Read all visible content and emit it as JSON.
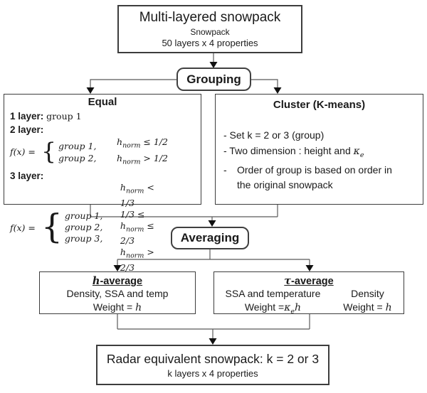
{
  "top_box": {
    "title": "Multi-layered snowpack",
    "line1": "Snowpack",
    "line2": "50 layers x 4 properties"
  },
  "grouping": {
    "label": "Grouping"
  },
  "averaging": {
    "label": "Averaging"
  },
  "equal": {
    "title": "Equal",
    "layer1_label": "1 layer:",
    "layer1_value": "group 1",
    "layer2_label": "2 layer:",
    "layer3_label": "3 layer:",
    "fx": "f(x) =",
    "eq2": {
      "rows": [
        {
          "group": "group 1,",
          "pre": "",
          "var": "h",
          "sub": "norm",
          "rel": " ≤ 1/2"
        },
        {
          "group": "group 2,",
          "pre": "",
          "var": "h",
          "sub": "norm",
          "rel": " > 1/2"
        }
      ]
    },
    "eq3": {
      "rows": [
        {
          "group": "group 1,",
          "pre": "",
          "var": "h",
          "sub": "norm",
          "rel": " < 1/3"
        },
        {
          "group": "group 2,",
          "pre": "1/3 ≤ ",
          "var": "h",
          "sub": "norm",
          "rel": " ≤ 2/3"
        },
        {
          "group": "group 3,",
          "pre": "",
          "var": "h",
          "sub": "norm",
          "rel": " > 2/3"
        }
      ]
    }
  },
  "cluster": {
    "title": "Cluster (K-means)",
    "bullet1": "- Set k = 2 or 3 (group)",
    "bullet2_text": "- Two dimension : height and ",
    "bullet2_var": "κ",
    "bullet2_sub": "e",
    "bullet3_dash": "-",
    "bullet3_line1": "Order of group is based on order in",
    "bullet3_line2": "the original snowpack"
  },
  "h_average": {
    "title_var": "h",
    "title_rest": "-average",
    "line1": "Density, SSA and temp",
    "weight_label": "Weight = ",
    "weight_var": "h"
  },
  "tau_average": {
    "title_var": "τ",
    "title_rest": "-average",
    "left": {
      "line1": "SSA and temperature",
      "weight_label": "Weight =",
      "kappa": "κ",
      "kappa_sub": "e",
      "h": "h"
    },
    "right": {
      "line1": "Density",
      "weight_label": "Weight = ",
      "h": "h"
    }
  },
  "radar": {
    "title": "Radar equivalent snowpack: k = 2 or 3",
    "subtitle": "k layers x 4 properties"
  },
  "colors": {
    "box_border": "#3d3d3d",
    "connector_line": "#595959",
    "arrowhead": "#111111",
    "text": "#1a1a1a",
    "background": "#ffffff"
  }
}
